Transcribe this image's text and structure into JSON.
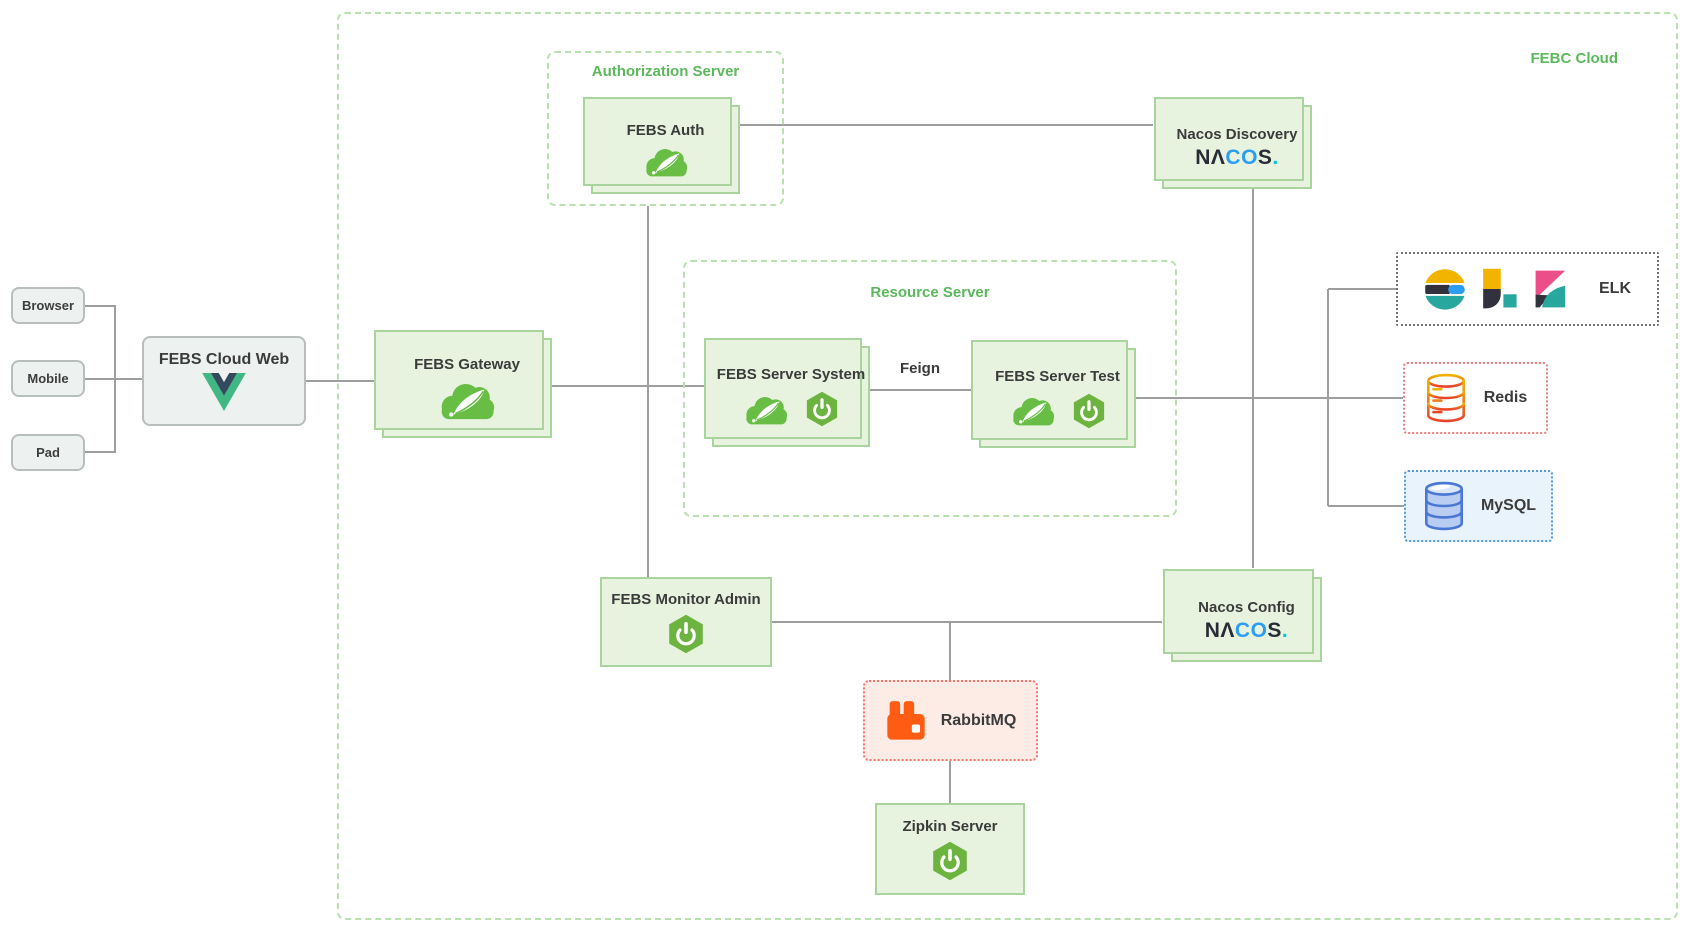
{
  "cloud": {
    "label": "FEBC Cloud"
  },
  "groups": {
    "authorization": "Authorization Server",
    "resource": "Resource Server"
  },
  "clients": {
    "browser": "Browser",
    "mobile": "Mobile",
    "pad": "Pad"
  },
  "web": {
    "label": "FEBS Cloud Web"
  },
  "gateway": {
    "label": "FEBS Gateway"
  },
  "auth": {
    "label": "FEBS Auth"
  },
  "discovery": {
    "label": "Nacos Discovery"
  },
  "config": {
    "label": "Nacos Config"
  },
  "server_system": {
    "label": "FEBS Server System"
  },
  "server_test": {
    "label": "FEBS Server Test"
  },
  "feign": {
    "label": "Feign"
  },
  "monitor": {
    "label": "FEBS Monitor Admin"
  },
  "rabbitmq": {
    "label": "RabbitMQ"
  },
  "zipkin": {
    "label": "Zipkin Server"
  },
  "elk": {
    "label": "ELK"
  },
  "redis": {
    "label": "Redis"
  },
  "mysql": {
    "label": "MySQL"
  },
  "nacos_logo": {
    "n": "NΛ",
    "co": "CO",
    "s": "S",
    "dot": "."
  },
  "colors": {
    "group_green": "#5cb85c",
    "box_green_fill": "#e7f3df",
    "box_green_border": "#a9d49e",
    "connector_gray": "#9e9e9e",
    "spring_green": "#68bd45",
    "boot_green": "#6db33f",
    "vue_green": "#41b883",
    "vue_dark": "#35495e",
    "nacos_dark": "#272c36",
    "nacos_blue": "#2b9df4",
    "rabbit_orange": "#ff5c13",
    "elk_yellow": "#f2b400",
    "elk_dark": "#32323e",
    "elk_blue": "#2b9df4",
    "elk_teal": "#28a79e",
    "elk_pink": "#ec4e8a",
    "redis_border": "#f47c7c",
    "mysql_border": "#5a9bd5"
  }
}
